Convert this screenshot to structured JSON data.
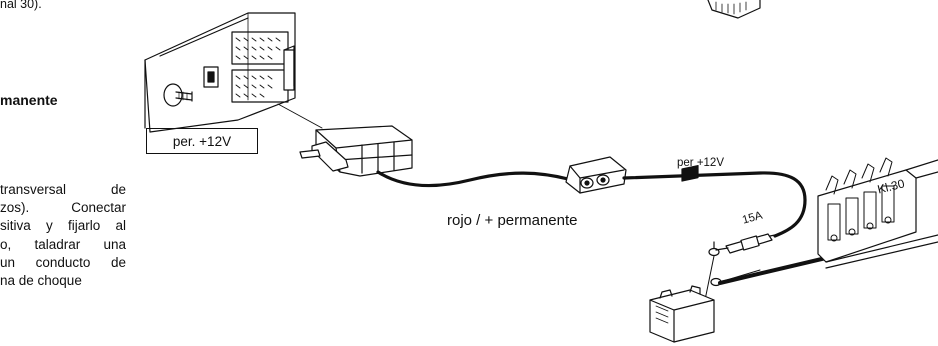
{
  "left_text": {
    "top_fragment": "nal 30).",
    "heading": "manente",
    "box_label": "per. +12V",
    "paragraph_lines": [
      "transversal de",
      "zos). Conectar",
      "sitiva y fijarlo al",
      "o, taladrar una",
      "un conducto de",
      "na de choque"
    ]
  },
  "diagram": {
    "wire_label": "rojo  /  + permanente",
    "permanent_label": "per +12V",
    "fuse_label": "15A",
    "terminal_label": "Kl.30",
    "colors": {
      "line": "#111111",
      "background": "#ffffff"
    }
  }
}
